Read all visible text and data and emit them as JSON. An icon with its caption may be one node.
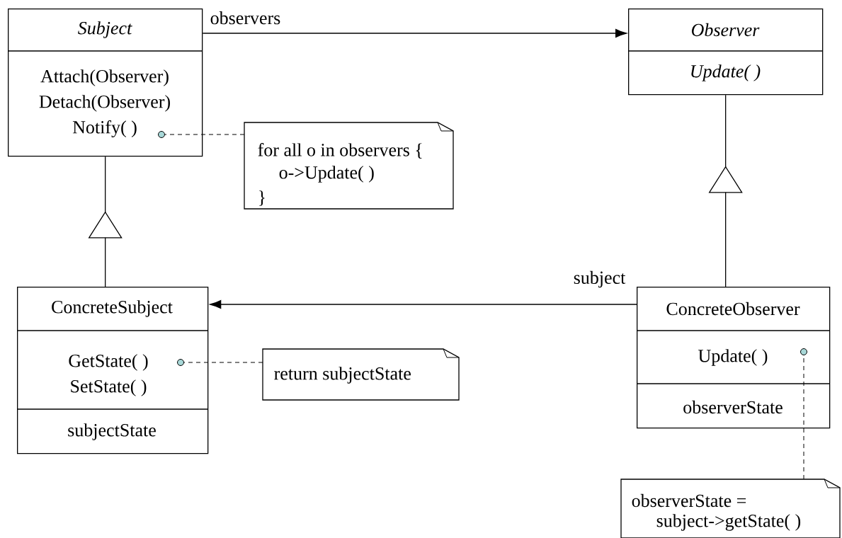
{
  "diagram": {
    "nodes": [
      {
        "text": [
          "Subject",
          "Attach(Observer)",
          "Detach(Observer)",
          "Notify( )"
        ]
      },
      {
        "text": [],
        "shape": "circle",
        "in": 0
      },
      {
        "text": [
          "for all o in observers {",
          "o->Update( )",
          "}"
        ]
      },
      {
        "text": [
          "Observer",
          "Update( )"
        ]
      },
      {
        "text": [
          "ConcreteSubject",
          "GetState( )",
          "SetState( )",
          "subjectState"
        ]
      },
      {
        "text": [],
        "shape": "circle",
        "in": 4
      },
      {
        "text": [
          "return subjectState"
        ]
      },
      {
        "text": [
          "ConcreteObserver",
          "Update( )",
          "observerState"
        ]
      },
      {
        "text": [],
        "shape": "circle",
        "in": 7
      },
      {
        "text": [
          "observerState =",
          "subject->getState( )"
        ]
      }
    ],
    "edges": [
      {
        "from": 0,
        "to": 3,
        "arrow": "to",
        "label": "observers"
      },
      {
        "from": 4,
        "to": 0,
        "arrow": "to"
      },
      {
        "from": 7,
        "to": 3,
        "arrow": "to"
      },
      {
        "from": 7,
        "to": 4,
        "arrow": "to",
        "label": "subject"
      },
      {
        "from": 2,
        "to": 1,
        "arrow": "none",
        "style": "dashed"
      },
      {
        "from": 6,
        "to": 5,
        "arrow": "none",
        "style": "dashed"
      },
      {
        "from": 9,
        "to": 8,
        "arrow": "none",
        "style": "dashed"
      }
    ]
  }
}
